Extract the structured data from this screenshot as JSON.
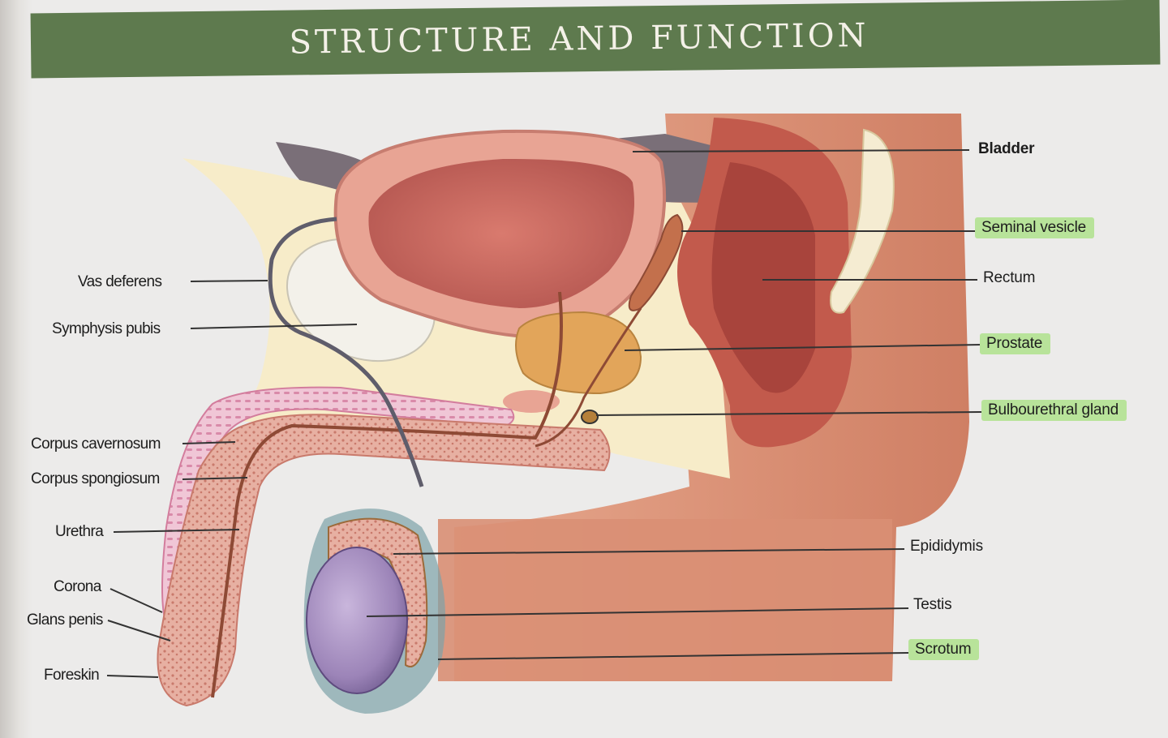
{
  "title": "STRUCTURE AND FUNCTION",
  "colors": {
    "banner": "#5e7a4e",
    "highlight": "#b8e39a",
    "skin": "#d98f74",
    "tissue": "#e3a399",
    "prostate": "#e2a55a",
    "testis": "#9c84b8",
    "bone": "#f5ecd2"
  },
  "labels": {
    "bladder": "Bladder",
    "seminal_vesicle": "Seminal vesicle",
    "rectum": "Rectum",
    "prostate": "Prostate",
    "bulbourethral_gland": "Bulbourethral gland",
    "epididymis": "Epididymis",
    "testis": "Testis",
    "scrotum": "Scrotum",
    "vas_deferens": "Vas deferens",
    "symphysis_pubis": "Symphysis pubis",
    "corpus_cavernosum": "Corpus cavernosum",
    "corpus_spongiosum": "Corpus spongiosum",
    "urethra": "Urethra",
    "corona": "Corona",
    "glans_penis": "Glans penis",
    "foreskin": "Foreskin"
  }
}
